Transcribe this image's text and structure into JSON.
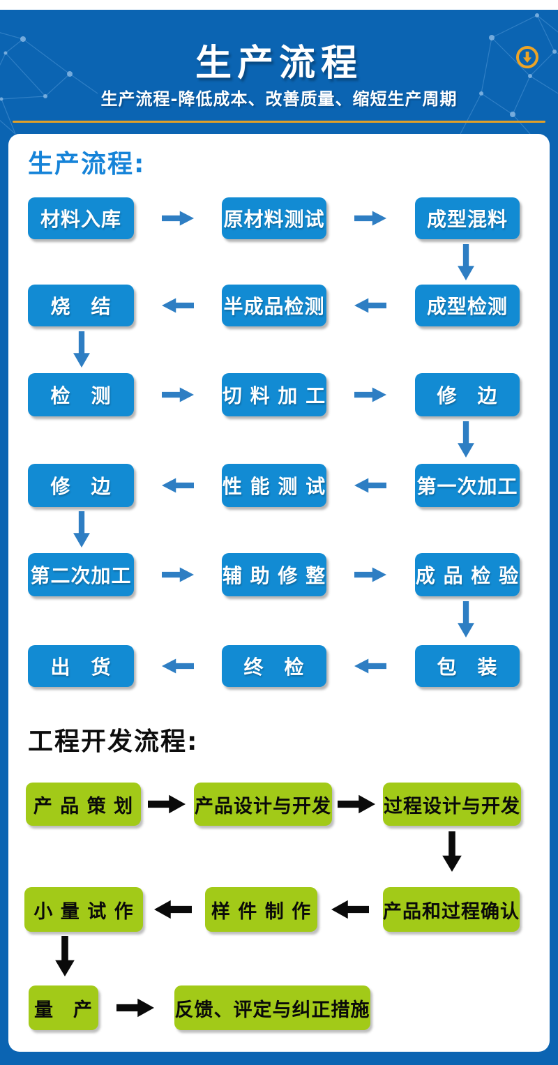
{
  "header": {
    "title": "生产流程",
    "subtitle": "生产流程-降低成本、改善质量、缩短生产周期",
    "background_color": "#0b64b2",
    "accent_color": "#e2a028",
    "download_icon": "circle-down-arrow-icon"
  },
  "production_flow": {
    "heading": "生产流程:",
    "heading_color": "#1583d8",
    "box_color": "#128bd3",
    "arrow_color": "#2e7ec3",
    "rows": [
      {
        "direction": "right",
        "boxes": [
          "材料入库",
          "原材料测试",
          "成型混料"
        ],
        "connector_after": "right"
      },
      {
        "direction": "left",
        "boxes": [
          "烧　结",
          "半成品检测",
          "成型检测"
        ],
        "connector_after": "left"
      },
      {
        "direction": "right",
        "boxes": [
          "检　测",
          "切 料 加 工",
          "修　边"
        ],
        "connector_after": "right"
      },
      {
        "direction": "left",
        "boxes": [
          "修　边",
          "性 能 测 试",
          "第一次加工"
        ],
        "connector_after": "left"
      },
      {
        "direction": "right",
        "boxes": [
          "第二次加工",
          "辅 助 修 整",
          "成 品 检 验"
        ],
        "connector_after": "right"
      },
      {
        "direction": "left",
        "boxes": [
          "出　货",
          "终　检",
          "包　装"
        ],
        "connector_after": null
      }
    ]
  },
  "engineering_flow": {
    "heading": "工程开发流程:",
    "heading_color": "#0d0d0d",
    "box_color": "#a2ca18",
    "arrow_color": "#0a0a0a",
    "rows": [
      {
        "direction": "right",
        "boxes": [
          "产 品 策 划",
          "产品设计与开发",
          "过程设计与开发"
        ],
        "connector_after": "right"
      },
      {
        "direction": "left",
        "boxes": [
          "小 量 试 作",
          "样 件 制 作",
          "产品和过程确认"
        ],
        "connector_after": "left"
      },
      {
        "direction": "right",
        "boxes": [
          "量　产",
          "反馈、评定与纠正措施"
        ],
        "connector_after": null
      }
    ]
  }
}
